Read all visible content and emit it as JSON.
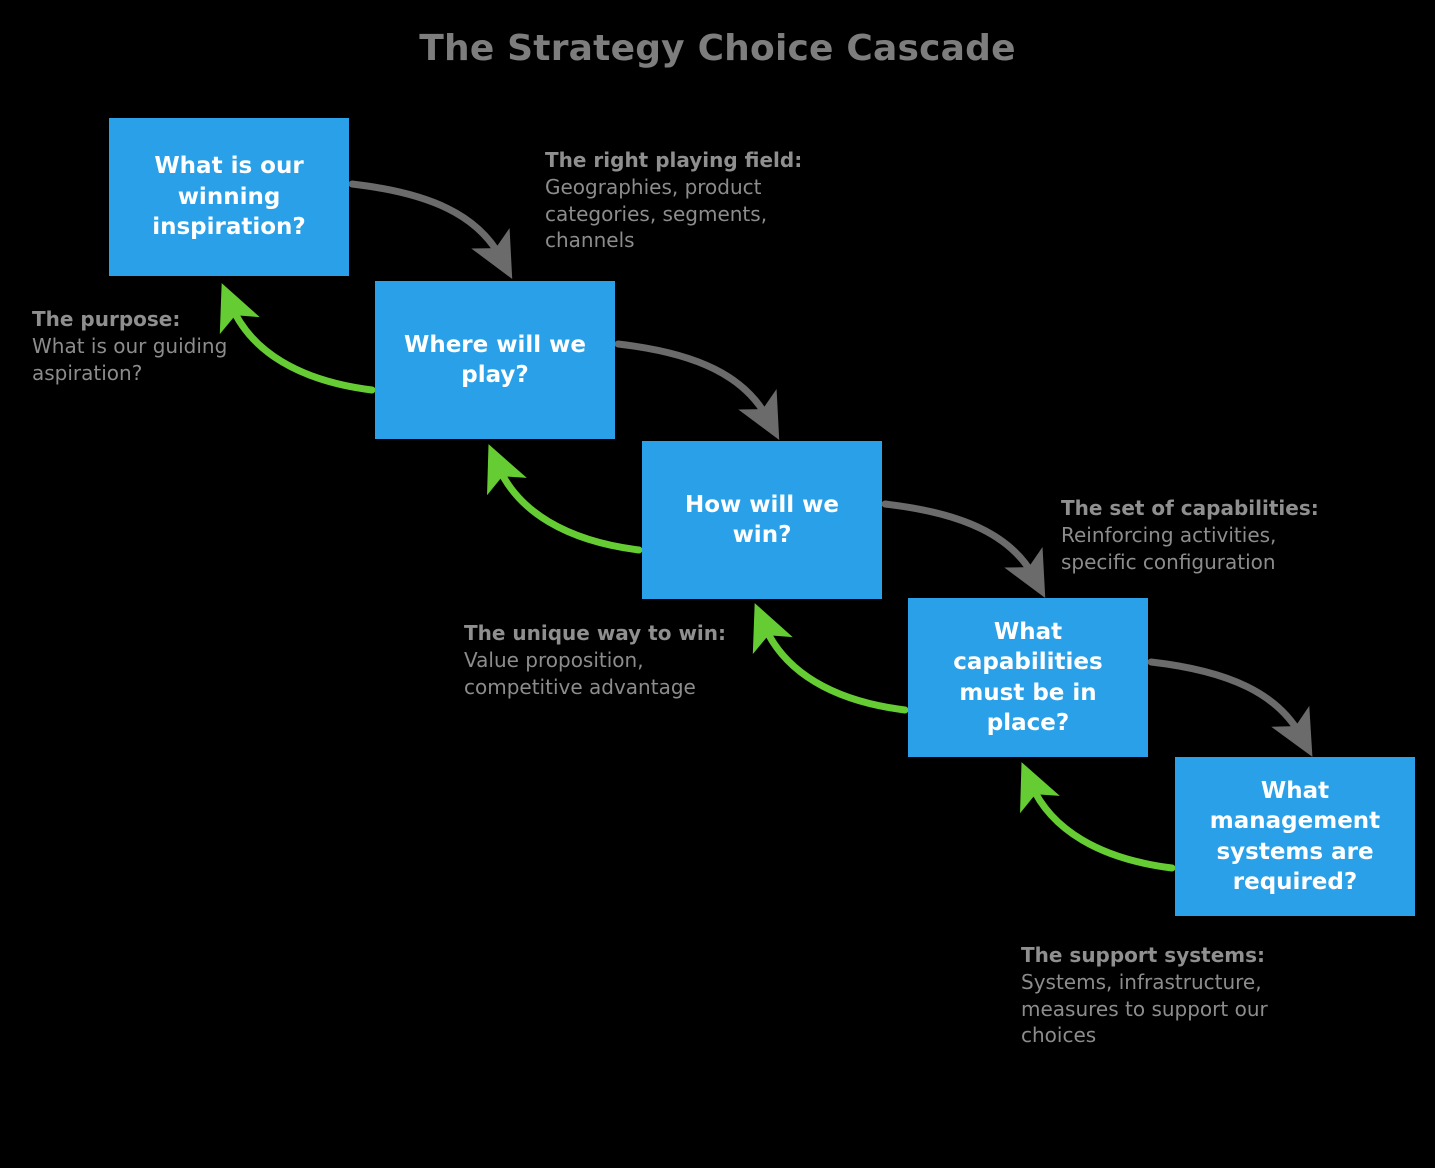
{
  "title": "The Strategy Choice Cascade",
  "colors": {
    "background": "#000000",
    "node_fill": "#29a0e8",
    "node_text": "#ffffff",
    "title_text": "#7d7d7d",
    "note_title_text": "#8f8f8f",
    "note_body_text": "#8c8c8c",
    "down_arrow": "#6b6b6b",
    "up_arrow": "#66cc33"
  },
  "nodes": [
    {
      "id": "winning-aspiration",
      "label": "What is our winning inspiration?"
    },
    {
      "id": "where-to-play",
      "label": "Where will we play?"
    },
    {
      "id": "how-to-win",
      "label": "How will we win?"
    },
    {
      "id": "capabilities",
      "label": "What capabilities must be in place?"
    },
    {
      "id": "management-systems",
      "label": "What management systems are required?"
    }
  ],
  "notes": [
    {
      "id": "purpose",
      "title": "The purpose:",
      "body": "What is our guiding aspiration?"
    },
    {
      "id": "playing-field",
      "title": "The right playing field:",
      "body": "Geographies, product categories, segments, channels"
    },
    {
      "id": "unique-way-to-win",
      "title": "The unique way to win:",
      "body": "Value proposition, competitive advantage"
    },
    {
      "id": "set-of-capabilities",
      "title": "The set of capabilities:",
      "body": "Reinforcing activities, specific configuration"
    },
    {
      "id": "support-systems",
      "title": "The support systems:",
      "body": "Systems, infrastructure, measures to support our choices"
    }
  ],
  "arrows": {
    "down": [
      {
        "id": "aspiration-to-play",
        "direction": "down-right",
        "color": "#6b6b6b"
      },
      {
        "id": "play-to-win",
        "direction": "down-right",
        "color": "#6b6b6b"
      },
      {
        "id": "win-to-capabilities",
        "direction": "down-right",
        "color": "#6b6b6b"
      },
      {
        "id": "capabilities-to-systems",
        "direction": "down-right",
        "color": "#6b6b6b"
      }
    ],
    "up": [
      {
        "id": "play-to-aspiration",
        "direction": "up-left",
        "color": "#66cc33"
      },
      {
        "id": "win-to-play",
        "direction": "up-left",
        "color": "#66cc33"
      },
      {
        "id": "capabilities-to-win",
        "direction": "up-left",
        "color": "#66cc33"
      },
      {
        "id": "systems-to-capabilities",
        "direction": "up-left",
        "color": "#66cc33"
      }
    ]
  }
}
